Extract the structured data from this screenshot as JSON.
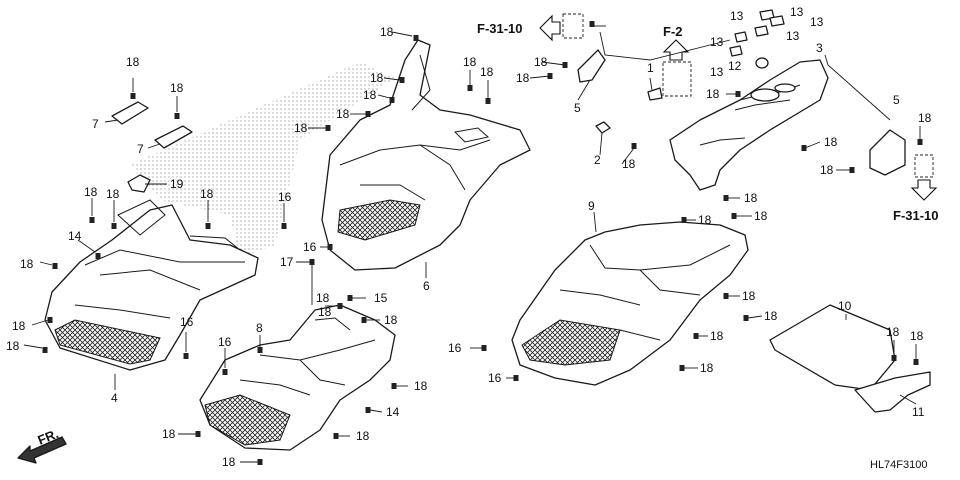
{
  "diagram": {
    "code": "HL74F3100",
    "direction_label": "FR.",
    "refs": {
      "top": "F-31-10",
      "right": "F-31-10",
      "f2": "F-2"
    },
    "callouts": [
      {
        "id": "c18a",
        "text": "18"
      },
      {
        "id": "c18b",
        "text": "18"
      },
      {
        "id": "c7a",
        "text": "7"
      },
      {
        "id": "c7b",
        "text": "7"
      },
      {
        "id": "c19",
        "text": "19"
      },
      {
        "id": "c18c",
        "text": "18"
      },
      {
        "id": "c18d",
        "text": "18"
      },
      {
        "id": "c18e",
        "text": "18"
      },
      {
        "id": "c14a",
        "text": "14"
      },
      {
        "id": "c18f",
        "text": "18"
      },
      {
        "id": "c18g",
        "text": "18"
      },
      {
        "id": "c18h",
        "text": "18"
      },
      {
        "id": "c16a",
        "text": "16"
      },
      {
        "id": "c4",
        "text": "4"
      },
      {
        "id": "c18i",
        "text": "18"
      },
      {
        "id": "c18j",
        "text": "18"
      },
      {
        "id": "c18k",
        "text": "18"
      },
      {
        "id": "c18l",
        "text": "18"
      },
      {
        "id": "c18m",
        "text": "18"
      },
      {
        "id": "c18n",
        "text": "18"
      },
      {
        "id": "c16b",
        "text": "16"
      },
      {
        "id": "c16c",
        "text": "16"
      },
      {
        "id": "c17",
        "text": "17"
      },
      {
        "id": "c6",
        "text": "6"
      },
      {
        "id": "c18o",
        "text": "18"
      },
      {
        "id": "c15",
        "text": "15"
      },
      {
        "id": "c18p",
        "text": "18"
      },
      {
        "id": "c8",
        "text": "8"
      },
      {
        "id": "c16d",
        "text": "16"
      },
      {
        "id": "c18q",
        "text": "18"
      },
      {
        "id": "c18r",
        "text": "18"
      },
      {
        "id": "c14b",
        "text": "14"
      },
      {
        "id": "c18s",
        "text": "18"
      },
      {
        "id": "c18t",
        "text": "18"
      },
      {
        "id": "c18u",
        "text": "18"
      },
      {
        "id": "c18v",
        "text": "18"
      },
      {
        "id": "c5a",
        "text": "5"
      },
      {
        "id": "c18w",
        "text": "18"
      },
      {
        "id": "c18x",
        "text": "18"
      },
      {
        "id": "c13a",
        "text": "13"
      },
      {
        "id": "c13b",
        "text": "13"
      },
      {
        "id": "c13c",
        "text": "13"
      },
      {
        "id": "c13d",
        "text": "13"
      },
      {
        "id": "c13e",
        "text": "13"
      },
      {
        "id": "c13f",
        "text": "13"
      },
      {
        "id": "c1",
        "text": "1"
      },
      {
        "id": "c12",
        "text": "12"
      },
      {
        "id": "c3",
        "text": "3"
      },
      {
        "id": "c18y",
        "text": "18"
      },
      {
        "id": "c2",
        "text": "2"
      },
      {
        "id": "c18z",
        "text": "18"
      },
      {
        "id": "c5b",
        "text": "5"
      },
      {
        "id": "c18aa",
        "text": "18"
      },
      {
        "id": "c18ab",
        "text": "18"
      },
      {
        "id": "c18ac",
        "text": "18"
      },
      {
        "id": "c18ad",
        "text": "18"
      },
      {
        "id": "c9",
        "text": "9"
      },
      {
        "id": "c18ae",
        "text": "18"
      },
      {
        "id": "c18af",
        "text": "18"
      },
      {
        "id": "c18ag",
        "text": "18"
      },
      {
        "id": "c18ah",
        "text": "18"
      },
      {
        "id": "c18ai",
        "text": "18"
      },
      {
        "id": "c10",
        "text": "10"
      },
      {
        "id": "c16e",
        "text": "16"
      },
      {
        "id": "c18aj",
        "text": "18"
      },
      {
        "id": "c16f",
        "text": "16"
      },
      {
        "id": "c18ak",
        "text": "18"
      },
      {
        "id": "c18al",
        "text": "18"
      },
      {
        "id": "c11",
        "text": "11"
      }
    ]
  }
}
